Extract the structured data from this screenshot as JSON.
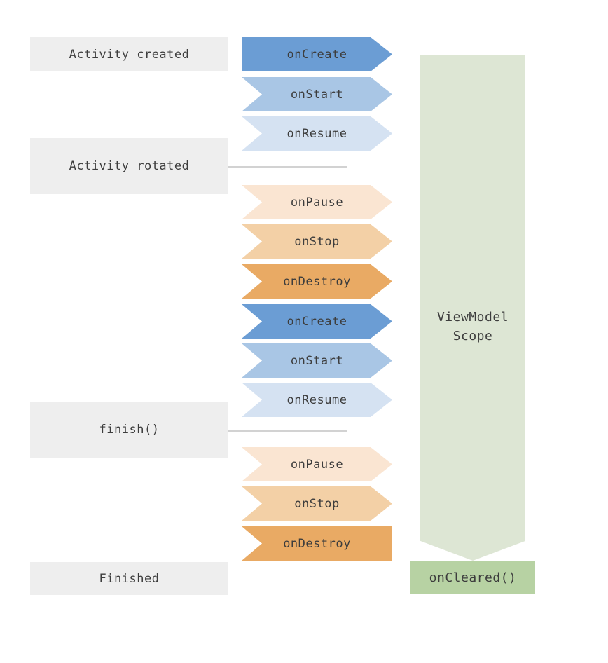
{
  "left_labels": [
    {
      "text": "Activity created"
    },
    {
      "text": "Activity rotated"
    },
    {
      "text": "finish()"
    },
    {
      "text": "Finished"
    }
  ],
  "lifecycle_arrows": [
    {
      "label": "onCreate",
      "color": "#6b9dd4",
      "shape": "flat-left"
    },
    {
      "label": "onStart",
      "color": "#a9c6e5",
      "shape": "notched"
    },
    {
      "label": "onResume",
      "color": "#d5e2f2",
      "shape": "notched"
    },
    {
      "label": "onPause",
      "color": "#fae5d2",
      "shape": "notched"
    },
    {
      "label": "onStop",
      "color": "#f3d0a6",
      "shape": "notched"
    },
    {
      "label": "onDestroy",
      "color": "#e9aa64",
      "shape": "notched"
    },
    {
      "label": "onCreate",
      "color": "#6b9dd4",
      "shape": "notched"
    },
    {
      "label": "onStart",
      "color": "#a9c6e5",
      "shape": "notched"
    },
    {
      "label": "onResume",
      "color": "#d5e2f2",
      "shape": "notched"
    },
    {
      "label": "onPause",
      "color": "#fae5d2",
      "shape": "notched"
    },
    {
      "label": "onStop",
      "color": "#f3d0a6",
      "shape": "notched"
    },
    {
      "label": "onDestroy",
      "color": "#e9aa64",
      "shape": "notched-flat-right"
    }
  ],
  "scope": {
    "label_line1": "ViewModel",
    "label_line2": "Scope",
    "body_color": "#dde6d4"
  },
  "cleared": {
    "label": "onCleared()",
    "color": "#b7d2a3"
  },
  "ui_colors": {
    "state_label_bg": "#eeeeee",
    "text": "#3d3d3d",
    "divider": "#d2d2d2"
  }
}
